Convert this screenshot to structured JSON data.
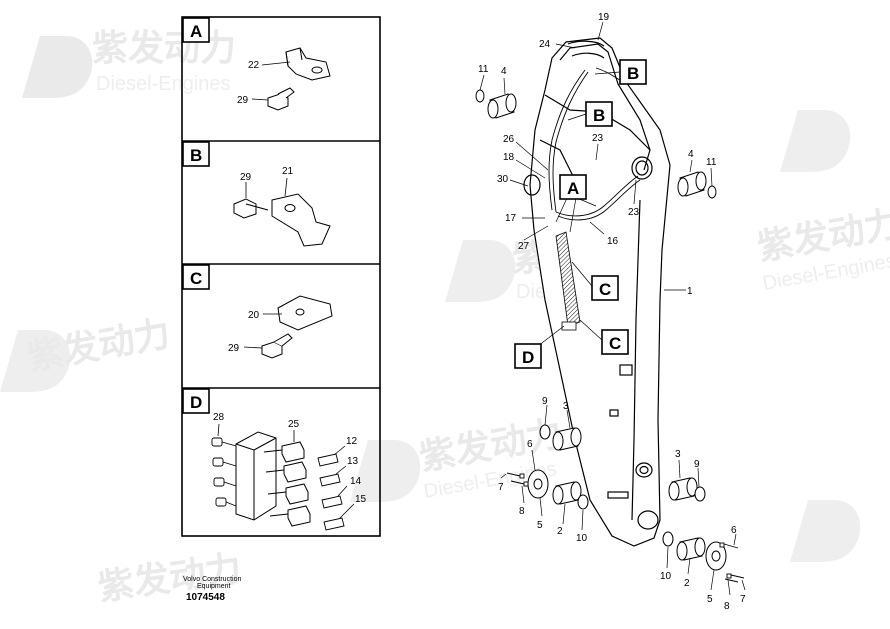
{
  "watermark": {
    "chinese": "紫发动力",
    "english": "Diesel-Engines"
  },
  "panels": [
    {
      "letter": "A",
      "parts": [
        "22",
        "29"
      ]
    },
    {
      "letter": "B",
      "parts": [
        "29",
        "21"
      ]
    },
    {
      "letter": "C",
      "parts": [
        "20",
        "29"
      ]
    },
    {
      "letter": "D",
      "parts": [
        "28",
        "25",
        "12",
        "13",
        "14",
        "15"
      ]
    }
  ],
  "callouts": {
    "b_top": "B",
    "b_mid": "B",
    "a": "A",
    "c_upper": "C",
    "c_lower": "C",
    "d": "D"
  },
  "parts": {
    "p19": "19",
    "p24": "24",
    "p11a": "11",
    "p4a": "4",
    "p26": "26",
    "p23a": "23",
    "p18": "18",
    "p30": "30",
    "p4b": "4",
    "p11b": "11",
    "p23b": "23",
    "p17": "17",
    "p16": "16",
    "p27": "27",
    "p1": "1",
    "p9a": "9",
    "p3a": "3",
    "p6a": "6",
    "p7a": "7",
    "p8a": "8",
    "p5a": "5",
    "p2a": "2",
    "p10a": "10",
    "p3b": "3",
    "p9b": "9",
    "p6b": "6",
    "p10b": "10",
    "p2b": "2",
    "p5b": "5",
    "p8b": "8",
    "p7b": "7"
  },
  "footer": {
    "line1": "Volvo Construction",
    "line2": "Equipment",
    "id": "1074548"
  }
}
